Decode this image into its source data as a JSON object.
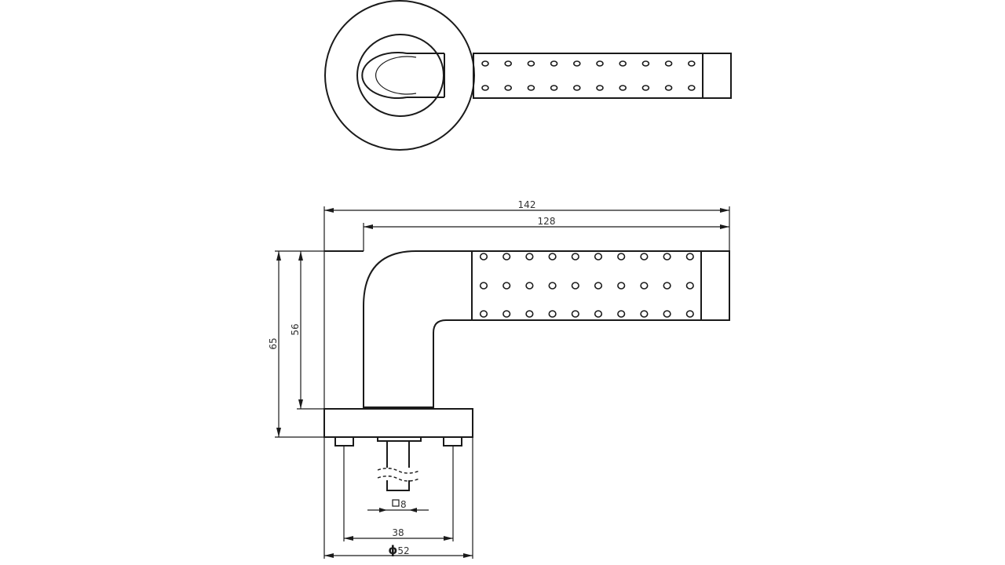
{
  "drawing": {
    "line_color": "#1a1a1a",
    "text_color": "#333333",
    "background": "#ffffff"
  },
  "dimensions": {
    "overall_length": "142",
    "lever_length": "128",
    "overall_height": "65",
    "lever_height": "56",
    "fixing_centres": "38",
    "rose_diameter_symbol": "ϕ",
    "rose_diameter": "52",
    "spindle_square": "8"
  }
}
